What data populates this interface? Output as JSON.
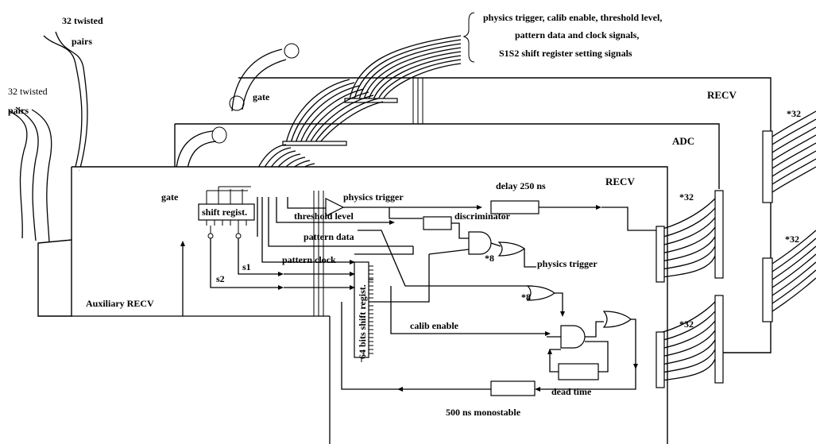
{
  "labels": {
    "twisted_pairs_top": [
      "32 twisted",
      "pairs"
    ],
    "twisted_pairs_mid": [
      "32 twisted",
      "pairs"
    ],
    "signals_bracket": [
      "physics trigger, calib enable, threshold level,",
      "pattern data and clock signals,",
      "S1S2 shift register setting signals"
    ],
    "gate_top": "gate",
    "gate_left": "gate",
    "recv_back": "RECV",
    "adc": "ADC",
    "recv_front": "RECV",
    "auxiliary_recv": "Auxiliary RECV",
    "mult_32_a": "*32",
    "mult_32_b": "*32",
    "mult_32_c": "*32",
    "mult_32_d": "*32",
    "shift_regist": "shift regist.",
    "shift_64": "64 bits shift regist.",
    "physics_trigger_top": "physics trigger",
    "delay": "delay   250 ns",
    "threshold_level": "threshold level",
    "discriminator": "discriminator",
    "pattern_data": "pattern data",
    "pattern_clock": "pattern clock",
    "s1": "s1",
    "s2": "s2",
    "mult_8_a": "*8",
    "mult_8_b": "*8",
    "physics_trigger_mid": "physics trigger",
    "calib_enable": "calib enable",
    "dead_time": "dead time",
    "monostable": "500 ns monostable"
  }
}
